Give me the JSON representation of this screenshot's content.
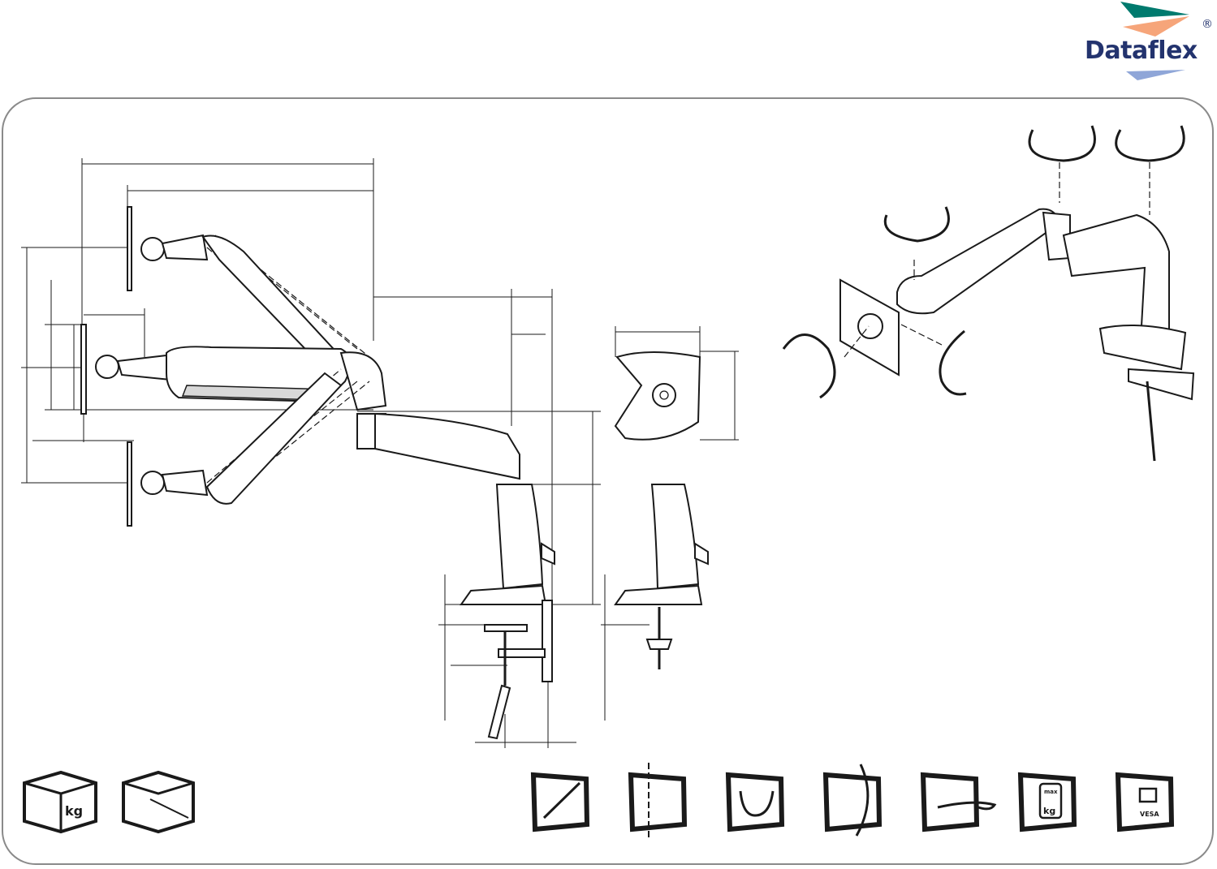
{
  "brand": {
    "name": "Dataflex",
    "registered_mark": "®",
    "colors": {
      "teal": "#007a6e",
      "peach": "#f6a57a",
      "blue": "#8fa6d8",
      "navy": "#23336e"
    }
  },
  "package_icons": [
    {
      "name": "package-weight",
      "label": "kg"
    },
    {
      "name": "package-dimensions",
      "label": ""
    }
  ],
  "feature_icons": [
    {
      "name": "screen-size"
    },
    {
      "name": "height-adjust"
    },
    {
      "name": "tilt"
    },
    {
      "name": "swivel"
    },
    {
      "name": "rotate"
    },
    {
      "name": "max-weight",
      "label_top": "max",
      "label_bottom": "kg"
    },
    {
      "name": "vesa",
      "label": "VESA"
    }
  ]
}
